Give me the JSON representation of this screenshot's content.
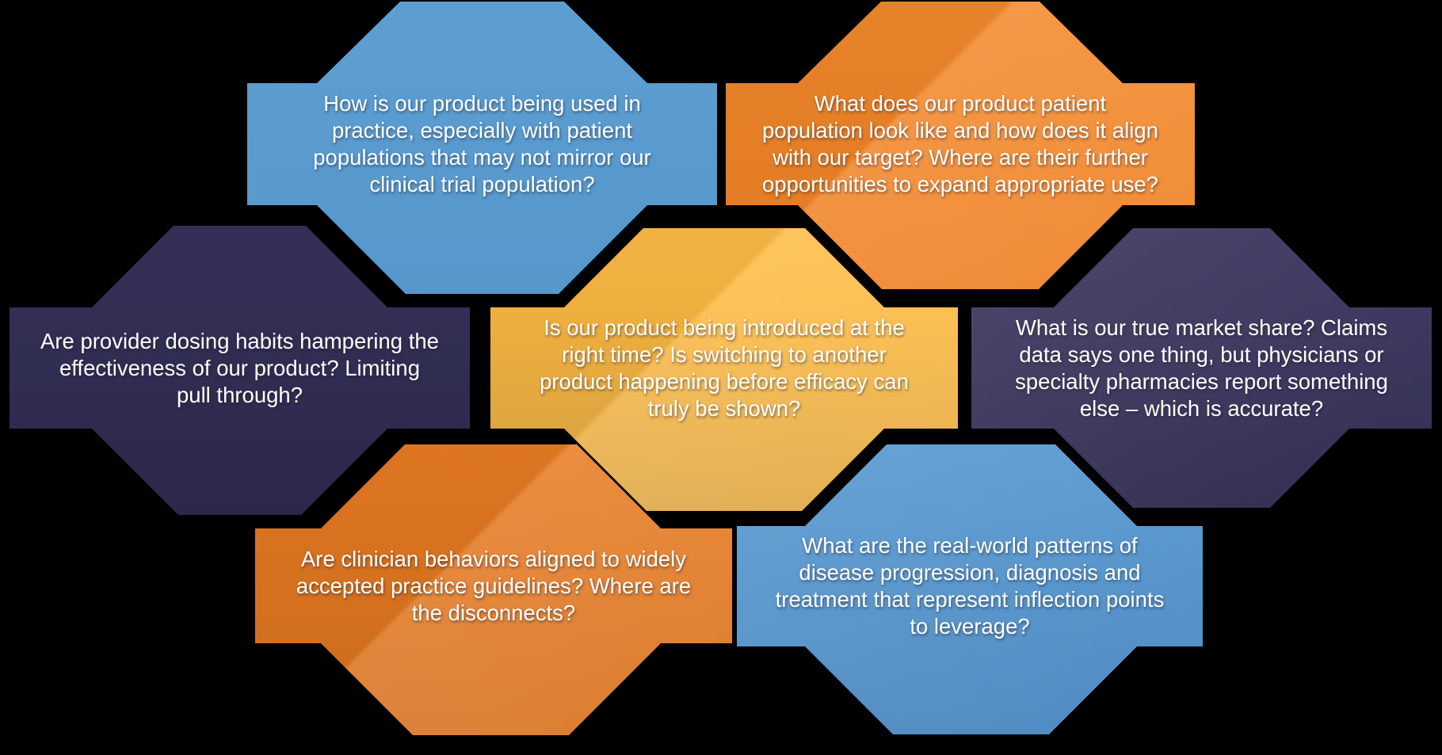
{
  "slide": {
    "background_color": "#000000",
    "text_color": "#ffffff",
    "accent_colors": {
      "blue": "#5ba0d8",
      "orange": "#ef7f23",
      "navy": "#343058",
      "gold": "#fdb941"
    }
  },
  "shapes": [
    {
      "id": "top-left",
      "color": "blue",
      "text": "How is our product being used in\npractice, especially with patient\npopulations that may not mirror our\nclinical trial population?"
    },
    {
      "id": "top-right",
      "color": "orange",
      "text": "What does our product patient\npopulation look like and how does it align\nwith our target? Where are their further\nopportunities to expand appropriate use?"
    },
    {
      "id": "mid-left",
      "color": "navy",
      "text": "Are provider dosing habits hampering the\neffectiveness of our product? Limiting\npull through?"
    },
    {
      "id": "center",
      "color": "gold",
      "text": "Is our product being introduced at the\nright time? Is switching to another\nproduct happening before efficacy can\ntruly be shown?"
    },
    {
      "id": "mid-right",
      "color": "navy",
      "text": "What is our true market share? Claims\ndata says one thing, but physicians or\nspecialty pharmacies report something\nelse – which is accurate?"
    },
    {
      "id": "bottom-left",
      "color": "orange",
      "text": "Are clinician behaviors aligned to widely\naccepted practice guidelines? Where are\nthe disconnects?"
    },
    {
      "id": "bottom-right",
      "color": "blue",
      "text": "What are the real-world patterns of\ndisease progression, diagnosis and\ntreatment that represent inflection points\nto leverage?"
    }
  ]
}
